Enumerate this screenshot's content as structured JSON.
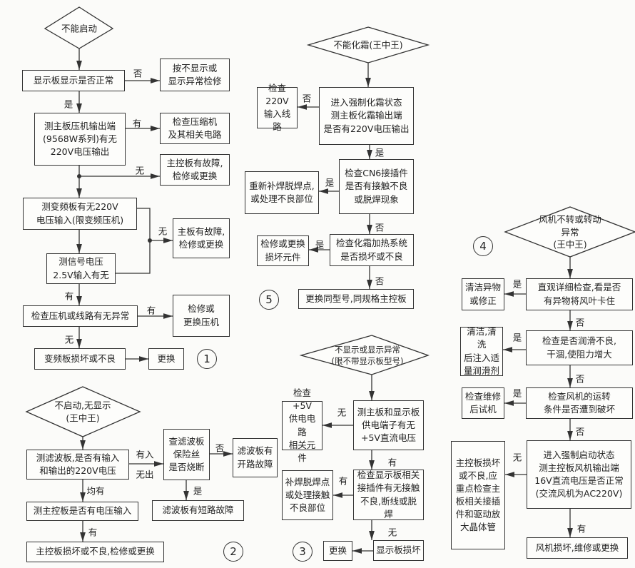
{
  "chart1": {
    "number": "1",
    "start": "不能启动",
    "display_check": "显示板显示是否正常",
    "no_display": "按不显示或\n显示异常检修",
    "compressor_out": "测主板压机输出端\n(9568W系列)有无\n220V电压输出",
    "check_compressor": "检查压缩机\n及其相关电路",
    "main_fault": "主控板有故障,\n检修或更换",
    "inverter_input": "测变频板有无220V\n电压输入(限变频压机)",
    "signal": "测信号电压\n2.5V输入有无",
    "mainboard_fault": "主板有故障,\n检修或更换",
    "check_line": "检查压机或线路有无异常",
    "repair_compressor": "检修或\n更换压机",
    "inverter_bad": "变频板损坏或不良",
    "replace": "更换",
    "labels": {
      "no": "否",
      "yes": "是",
      "has": "有",
      "none": "无",
      "none2": "无",
      "has2": "有",
      "has3": "有",
      "none3": "无"
    }
  },
  "chart2": {
    "number": "2",
    "start": "不启动,无显示\n(王中王)",
    "filter_test": "测滤波板,是否有输入\n和输出的220V电压",
    "fuse": "查滤波板\n保险丝\n是否烧断",
    "open_fault": "滤波板有\n开路故障",
    "short_fault": "滤波板有短路故障",
    "main_input": "测主控板是否有电压输入",
    "main_bad": "主控板损坏或不良,检修或更换",
    "labels": {
      "in": "有入",
      "out": "无出",
      "no": "否",
      "yes": "是",
      "both": "均有",
      "has": "有"
    }
  },
  "chart3": {
    "number": "3",
    "start": "不显示或显示异常\n(限不带显示板型号)",
    "supply": "测主板和显示板\n供电端子有无\n+5V直流电压",
    "check5v": "检查+5V\n供电电路\n相关元件",
    "connector": "检查显示板相关\n接插件有无接触\n不良,断线或脱焊",
    "resolder": "补焊脱焊点\n或处理接触\n不良部位",
    "display_bad": "显示板损坏",
    "replace": "更换",
    "labels": {
      "none": "无",
      "has": "有",
      "has2": "有",
      "none2": "无"
    }
  },
  "chart4": {
    "number": "4",
    "start": "风机不转或转动异常\n(王中王)",
    "visual": "直观详细检查,看是否\n有异物将风叶卡住",
    "clean": "清洁异物\n或修正",
    "lube": "检查是否润滑不良,\n干涸,使阻力增大",
    "clean_lube": "清洁,清洗\n后注入适\n量润滑剂",
    "condition": "检查风机的运转\n条件是否遭到破坏",
    "repair_test": "检查维修\n后试机",
    "force": "进入强制启动状态\n测主控板风机输出端\n16V直流电压是否正常\n(交流风机为AC220V)",
    "main_bad": "主控板损坏\n或不良,应\n重点检查主\n板相关接插\n件和驱动放\n大晶体管",
    "fan_bad": "风机损坏,维修或更换",
    "labels": {
      "yes1": "是",
      "no1": "否",
      "yes2": "是",
      "no2": "否",
      "yes3": "是",
      "no3": "否",
      "none": "无",
      "has": "有"
    }
  },
  "chart5": {
    "number": "5",
    "start": "不能化霜(王中王)",
    "force": "进入强制化霜状态\n测主板化霜输出端\n是否有220V电压输出",
    "check220": "检查220V\n输入线路",
    "cn6": "检查CN6接插件\n是否有接触不良\n或脱焊现象",
    "resolder": "重新补焊脱焊点,\n或处理不良部位",
    "heater": "检查化霜加热系统\n是否损坏或不良",
    "repair": "检修或更换\n损坏元件",
    "replace_main": "更换同型号,同规格主控板",
    "labels": {
      "no1": "否",
      "yes1": "是",
      "yes2": "是",
      "no2": "否",
      "yes3": "是",
      "no3": "否"
    }
  }
}
